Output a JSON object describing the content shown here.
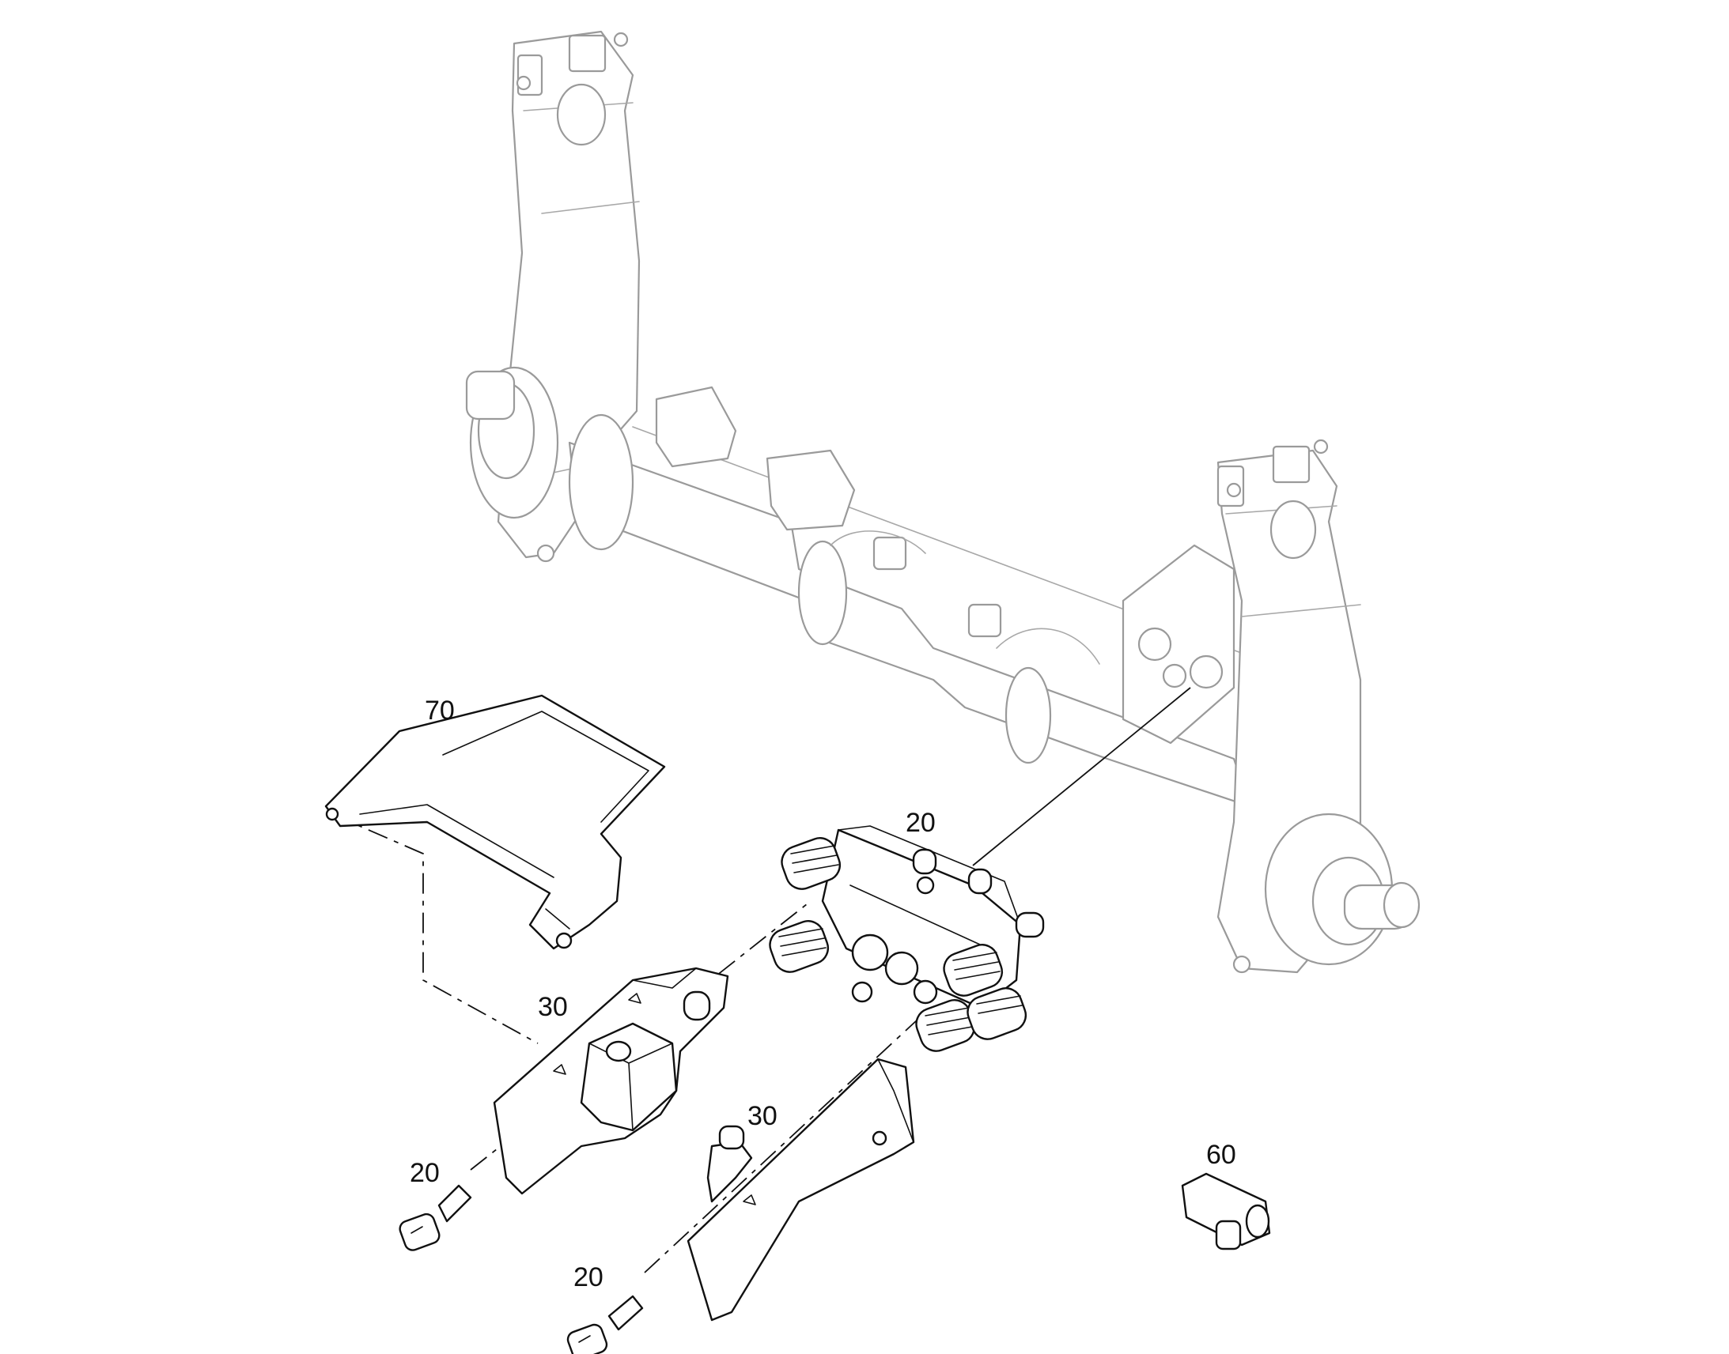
{
  "callouts": [
    {
      "id": "c70",
      "text": "70"
    },
    {
      "id": "c20a",
      "text": "20"
    },
    {
      "id": "c30a",
      "text": "30"
    },
    {
      "id": "c30b",
      "text": "30"
    },
    {
      "id": "c20b",
      "text": "20"
    },
    {
      "id": "c20c",
      "text": "20"
    },
    {
      "id": "c60",
      "text": "60"
    }
  ],
  "icons": {
    "frame": "axle-frame-icon",
    "valve": "valve-block-icon",
    "cover": "cover-plate-icon",
    "bracket_left": "bracket-left-icon",
    "bracket_right": "bracket-right-icon",
    "screw": "cap-screw-icon",
    "fitting": "tee-fitting-icon"
  }
}
